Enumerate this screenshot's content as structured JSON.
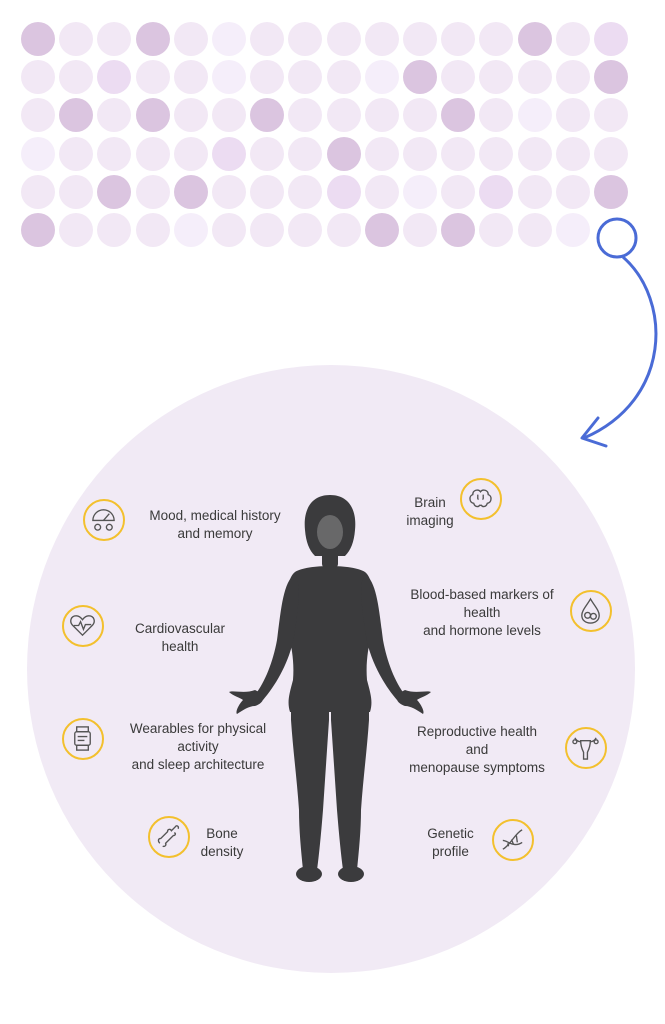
{
  "colors": {
    "accent": "#f3c02d",
    "arrow": "#4a6bd6",
    "circle_bg": "#f1eaf5",
    "figure": "#3b3b3d",
    "dot_shades": [
      "#f2e8f5",
      "#dbc5e0",
      "#f5eefa",
      "#ecdcf2",
      "#f0e6f4"
    ]
  },
  "dot_grid": {
    "rows": 6,
    "cols": 16,
    "shades": [
      [
        1,
        0,
        0,
        1,
        0,
        2,
        0,
        0,
        0,
        0,
        0,
        0,
        0,
        1,
        0,
        3
      ],
      [
        0,
        0,
        3,
        0,
        0,
        2,
        0,
        0,
        0,
        2,
        1,
        0,
        0,
        0,
        0,
        1
      ],
      [
        0,
        1,
        0,
        1,
        0,
        0,
        1,
        0,
        0,
        0,
        0,
        1,
        0,
        2,
        0,
        0
      ],
      [
        2,
        0,
        0,
        0,
        0,
        3,
        0,
        0,
        1,
        0,
        0,
        0,
        0,
        0,
        0,
        0
      ],
      [
        0,
        0,
        1,
        0,
        1,
        0,
        0,
        0,
        3,
        0,
        2,
        0,
        3,
        0,
        0,
        1
      ],
      [
        1,
        0,
        0,
        0,
        2,
        0,
        0,
        0,
        0,
        1,
        0,
        1,
        0,
        0,
        2,
        -1
      ]
    ],
    "highlight": {
      "row": 5,
      "col": 15
    }
  },
  "items": [
    {
      "id": "mood",
      "label": "Mood, medical history\nand memory",
      "icon": "gauge-icon"
    },
    {
      "id": "cardio",
      "label": "Cardiovascular\nhealth",
      "icon": "heart-icon"
    },
    {
      "id": "wearables",
      "label": "Wearables for physical\nactivity\nand sleep architecture",
      "icon": "smartwatch-icon"
    },
    {
      "id": "bone",
      "label": "Bone\ndensity",
      "icon": "bone-icon"
    },
    {
      "id": "brain",
      "label": "Brain\nimaging",
      "icon": "brain-icon"
    },
    {
      "id": "blood",
      "label": "Blood-based markers of\nhealth\nand hormone levels",
      "icon": "blood-drop-icon"
    },
    {
      "id": "repro",
      "label": "Reproductive health\nand\nmenopause symptoms",
      "icon": "uterus-icon"
    },
    {
      "id": "genetic",
      "label": "Genetic\nprofile",
      "icon": "dna-icon"
    }
  ]
}
